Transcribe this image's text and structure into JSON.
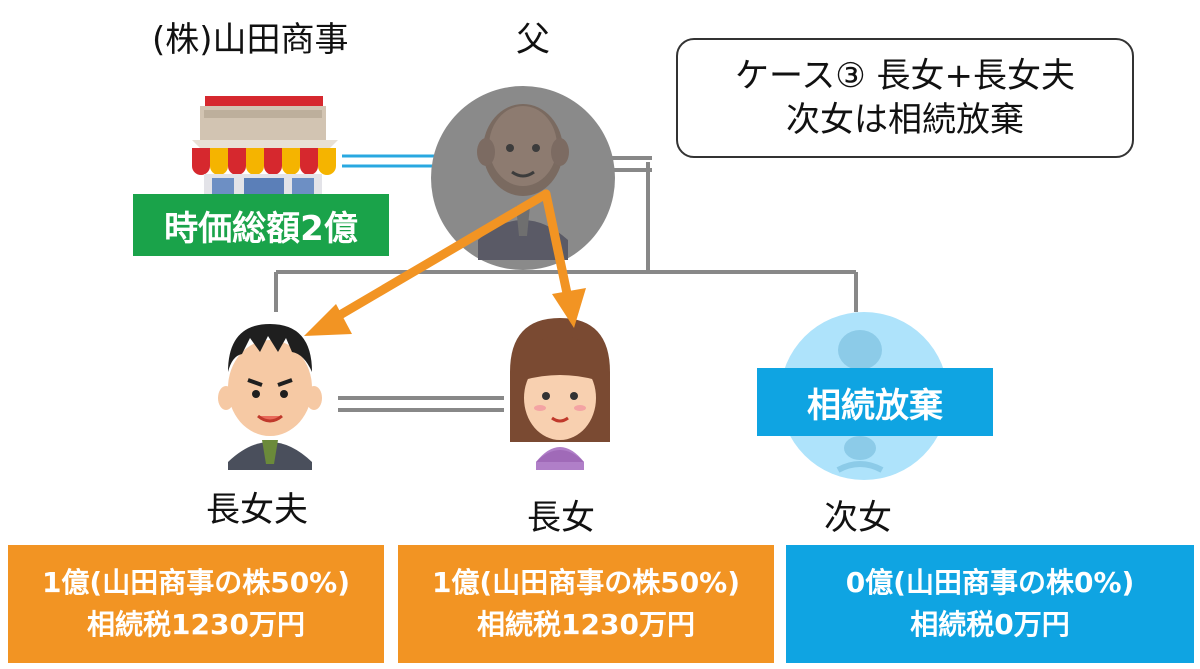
{
  "company": {
    "name": "(株)山田商事",
    "value_tag": "時価総額2億"
  },
  "father": {
    "label": "父"
  },
  "case_note": {
    "line1": "ケース③ 長女+長女夫",
    "line2": "次女は相続放棄"
  },
  "heirs": [
    {
      "label": "長女夫",
      "box_line1": "1億(山田商事の株50%)",
      "box_line2": "相続税1230万円"
    },
    {
      "label": "長女",
      "box_line1": "1億(山田商事の株50%)",
      "box_line2": "相続税1230万円"
    },
    {
      "label": "次女",
      "box_line1": "0億(山田商事の株0%)",
      "box_line2": "相続税0万円",
      "tag": "相続放棄"
    }
  ],
  "colors": {
    "orange": "#f29423",
    "blue": "#0fa4e2",
    "green": "#1aa34a",
    "connector": "#888888",
    "ownership_line": "#29a8e0"
  }
}
